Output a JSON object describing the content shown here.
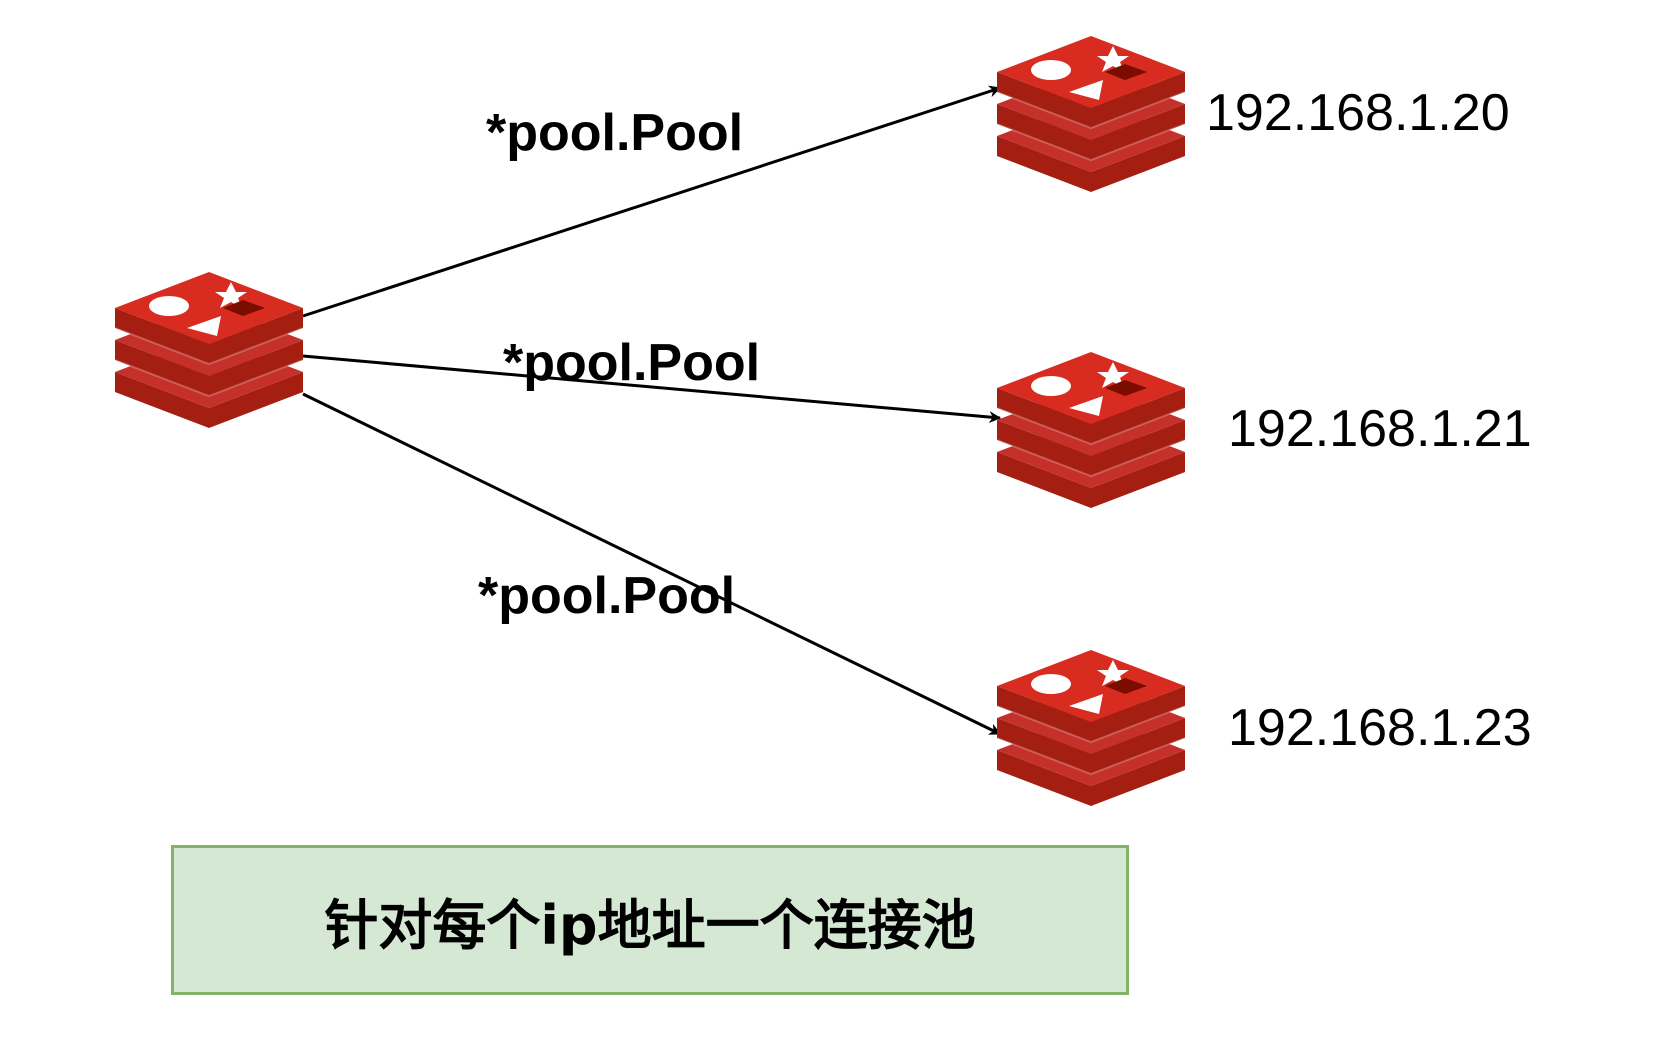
{
  "diagram": {
    "client": {
      "icon": "redis-icon"
    },
    "servers": [
      {
        "ip": "192.168.1.20",
        "icon": "redis-icon"
      },
      {
        "ip": "192.168.1.21",
        "icon": "redis-icon"
      },
      {
        "ip": "192.168.1.23",
        "icon": "redis-icon"
      }
    ],
    "edges": [
      {
        "from": "client",
        "to": "server-1",
        "label": "*pool.Pool"
      },
      {
        "from": "client",
        "to": "server-2",
        "label": "*pool.Pool"
      },
      {
        "from": "client",
        "to": "server-3",
        "label": "*pool.Pool"
      }
    ],
    "note": "针对每个ip地址一个连接池"
  },
  "colors": {
    "redis_red": "#c6302b",
    "redis_dark": "#a41e11",
    "note_fill": "#d5e8d4",
    "note_border": "#82b366"
  }
}
